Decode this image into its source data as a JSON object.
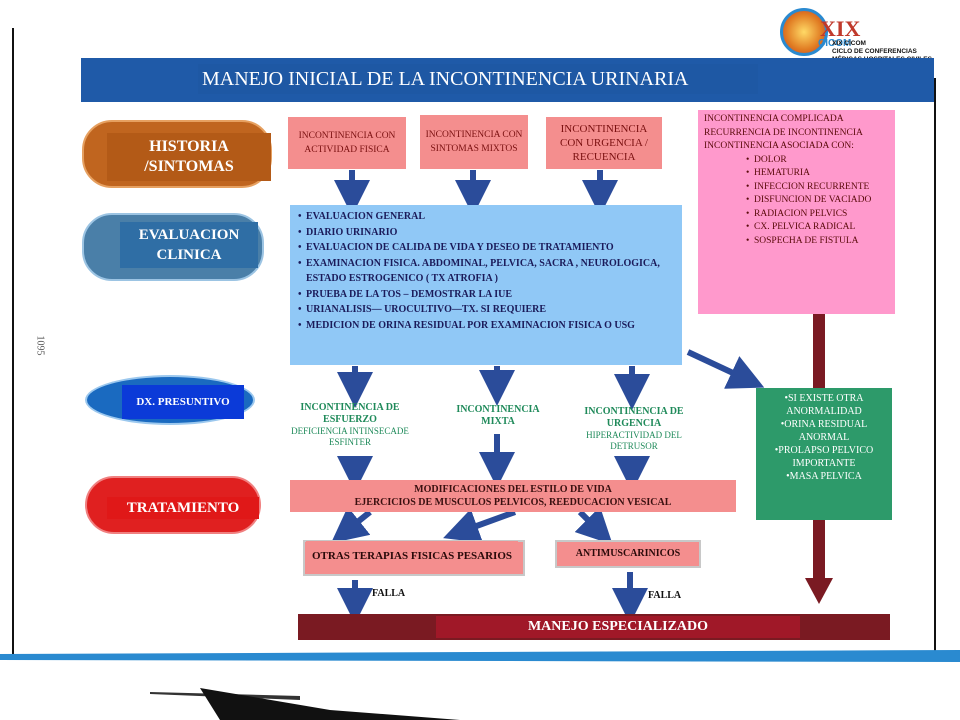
{
  "title": "MANEJO INICIAL  DE LA INCONTINENCIA URINARIA",
  "logo": {
    "mark": "XIX",
    "sub": "CICOM",
    "line1": "XIX CICOM",
    "line2": "CICLO DE CONFERENCIAS",
    "line3": "MÉDICAS HOSPITALES CIVILES"
  },
  "side_number": "1095",
  "stages": {
    "historia": "HISTORIA /SINTOMAS",
    "evaluacion": "EVALUACION CLINICA",
    "dx": "DX. PRESUNTIVO",
    "tratamiento": "TRATAMIENTO"
  },
  "top_boxes": [
    "INCONTINENCIA CON ACTIVIDAD FISICA",
    "INCONTINENCIA CON SINTOMAS MIXTOS",
    "INCONTINENCIA CON URGENCIA / RECUENCIA"
  ],
  "eval_items": [
    "EVALUACION  GENERAL",
    "DIARIO URINARIO",
    "EVALUACION  DE CALIDA DE VIDA  Y DESEO DE TRATAMIENTO",
    "EXAMINACION  FISICA.  ABDOMINAL,  PELVICA,  SACRA  ,  NEUROLOGICA,  ESTADO ESTROGENICO  ( TX ATROFIA  )",
    "PRUEBA  DE LA TOS – DEMOSTRAR  LA IUE",
    "URIANALISIS—  UROCULTIVO—TX.  SI REQUIERE",
    "MEDICION  DE ORINA RESIDUAL  POR EXAMINACION FISICA O USG"
  ],
  "complicada": {
    "intro": "INCONTINENCIA COMPLICADA RECURRENCIA DE INCONTINENCIA INCONTINENCIA ASOCIADA CON:",
    "items": [
      "DOLOR",
      "HEMATURIA",
      "INFECCION RECURRENTE",
      "DISFUNCION DE VACIADO",
      "RADIACION PELVICS",
      "CX. PELVICA RADICAL",
      "SOSPECHA DE FISTULA"
    ]
  },
  "dx_results": [
    {
      "title": "INCONTINENCIA DE ESFUERZO",
      "sub": "DEFICIENCIA INTINSECADE ESFINTER"
    },
    {
      "title": "INCONTINENCIA MIXTA",
      "sub": ""
    },
    {
      "title": "INCONTINENCIA DE URGENCIA",
      "sub": "HIPERACTIVIDAD DEL DETRUSOR"
    }
  ],
  "otra_anormalidad": [
    "SI EXISTE OTRA ANORMALIDAD",
    "ORINA  RESIDUAL ANORMAL",
    "PROLAPSO PELVICO IMPORTANTE",
    "MASA  PELVICA"
  ],
  "modificaciones": {
    "line1": "MODIFICACIONES  DEL ESTILO DE VIDA",
    "line2": "EJERCICIOS  DE MUSCULOS  PELVICOS, REEDUCACION  VESICAL"
  },
  "terapias": "OTRAS TERAPIAS FISICAS PESARIOS",
  "antimuscarinicos": "ANTIMUSCARINICOS",
  "falla_left": "FALLA",
  "falla_right": "FALLA",
  "manejo": "MANEJO ESPECIALIZADO",
  "colors": {
    "title_bar": "#1f5aa8",
    "arrow_blue": "#2b4c9a",
    "arrow_dark_red": "#7a1a22",
    "pink": "#f48e8e"
  }
}
